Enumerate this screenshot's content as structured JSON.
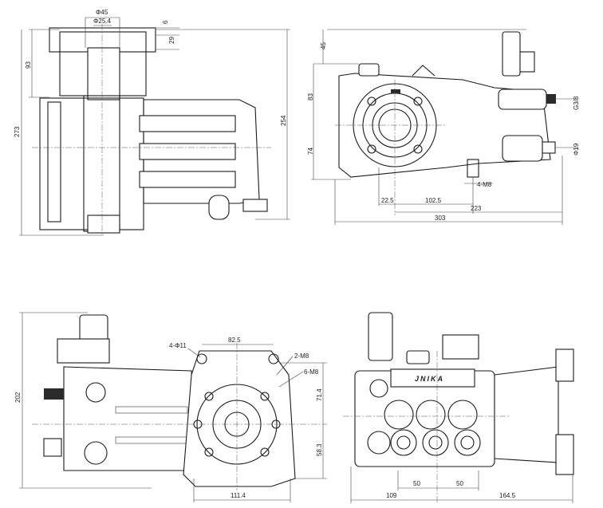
{
  "views": {
    "section_view": {
      "dims": {
        "flange_outer": "Φ45",
        "shaft": "Φ25.4",
        "flange_thk": "6",
        "flange_step": "29",
        "shaft_height": "93",
        "total_height": "273",
        "body_height": "254"
      }
    },
    "side_view": {
      "dims": {
        "top_offset": "45",
        "upper": "83",
        "lower": "74",
        "foot_offset": "22.5",
        "foot_spacing": "102.5",
        "shaft_to_end": "223",
        "total_length": "303",
        "foot_thread": "4-M8",
        "outlet": "G3/8",
        "inlet": "Φ19"
      }
    },
    "flange_view": {
      "dims": {
        "holes": "4-Φ11",
        "hole_spacing": "82.5",
        "thread_a": "2-M8",
        "thread_b": "6-M8",
        "upper": "71.4",
        "lower": "58.3",
        "width": "111.4",
        "height": "202"
      }
    },
    "front_view": {
      "brand": "JNIKA",
      "dims": {
        "spacing_left": "50",
        "spacing_right": "50",
        "left": "109",
        "right": "164.5"
      }
    }
  }
}
